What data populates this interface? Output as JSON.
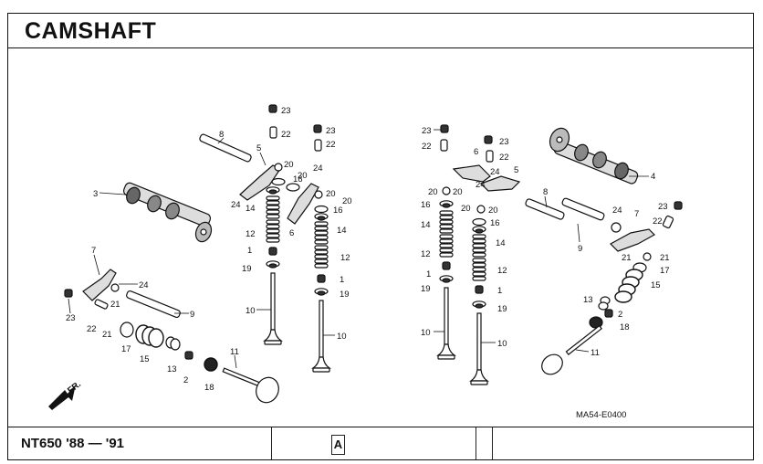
{
  "title": "CAMSHAFT",
  "footer": {
    "model": "NT650 '88 — '91",
    "section_letter": "A"
  },
  "diagram": {
    "drawing_code": "MA54-E0400",
    "front_arrow_label": "FR."
  }
}
